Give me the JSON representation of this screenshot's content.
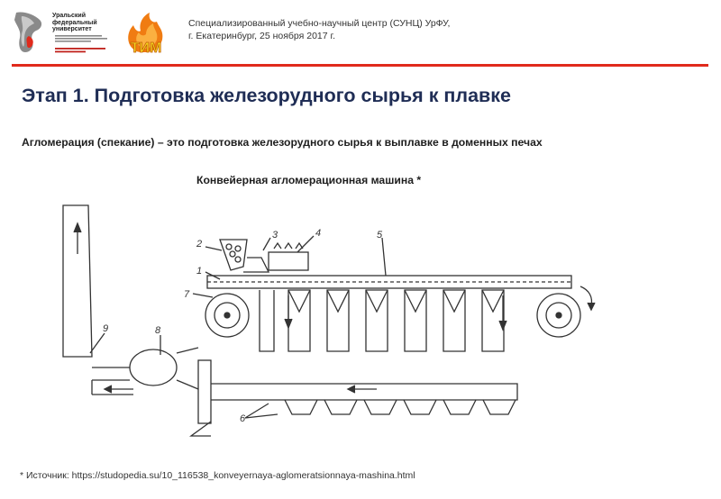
{
  "header": {
    "university_logo": {
      "icon": "urfu-logo-icon",
      "name_lines": [
        "Уральский",
        "федеральный",
        "университет"
      ]
    },
    "partner_logo": {
      "icon": "tim-flame-logo-icon",
      "text": "ТИМ"
    },
    "center_line_1": "Специализированный учебно-научный центр (СУНЦ) УрФУ,",
    "center_line_2": "г. Екатеринбург, 25 ноября 2017 г."
  },
  "slide": {
    "title": "Этап 1. Подготовка железорудного сырья к плавке",
    "subtitle": "Агломерация (спекание) – это подготовка железорудного сырья к выплавке в доменных печах",
    "figure_caption": "Конвейерная агломерационная машина *",
    "source_note": "* Источник: https://studopedia.su/10_116538_konveyernaya-aglomeratsionnaya-mashina.html"
  },
  "diagram": {
    "callouts": [
      "2",
      "3",
      "4",
      "5",
      "1",
      "7",
      "9",
      "8",
      "6"
    ],
    "line_color": "#333333"
  },
  "colors": {
    "accent_rule": "#e02a1c",
    "title": "#1f2d55",
    "logo_orange": "#f07c12"
  }
}
